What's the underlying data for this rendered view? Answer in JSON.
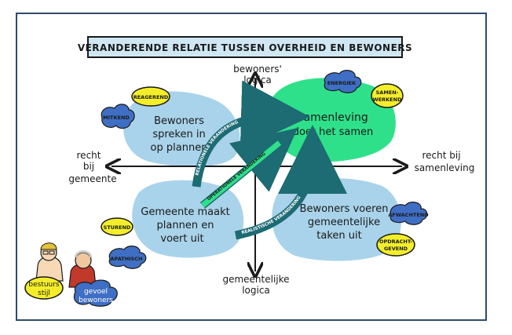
{
  "title": "VERANDERENDE RELATIE TUSSEN OVERHEID EN BEWONERS",
  "axes": {
    "top": [
      "bewoners'",
      "logica"
    ],
    "bottom": [
      "gemeentelijke",
      "logica"
    ],
    "left": [
      "recht",
      "bij",
      "gemeente"
    ],
    "right": [
      "recht bij",
      "samenleving"
    ]
  },
  "quadrants": {
    "top_left": [
      "Bewoners",
      "spreken in",
      "op plannen"
    ],
    "top_right": [
      "samenleving",
      "doet het samen"
    ],
    "bottom_left": [
      "Gemeente maakt",
      "plannen en",
      "voert uit"
    ],
    "bottom_right": [
      "Bewoners voeren",
      "gemeentelijke",
      "taken uit"
    ]
  },
  "arrows": {
    "top": "RELATIONELE VERANDERING",
    "middle": "OPERATIONELE VERANDERING",
    "bottom": "REALISTISCHE VERANDERING"
  },
  "tags": {
    "reageerend": "REAGEREND",
    "mitkend": "MITKEND",
    "energiek": "ENERGIEK",
    "samenwerkend": [
      "SAMEN-",
      "WERKEND"
    ],
    "sturend": "STUREND",
    "apathisch": "APATHISCH",
    "afwachtend": "AFWACHTEND",
    "opdrachtgevend": [
      "OPDRACHT-",
      "GEVEND"
    ]
  },
  "legend": {
    "bestuursstijl": [
      "bestuurs",
      "stijl"
    ],
    "gevoel": [
      "gevoel",
      "bewoners"
    ]
  },
  "colors": {
    "blob_blue": "#a9d3ea",
    "blob_green": "#2fe08a",
    "cloud": "#3f6fc4",
    "tag_yellow": "#f4ee2a",
    "title_bg": "#cfe6f3",
    "arrow_teal": "#1d6b73"
  }
}
